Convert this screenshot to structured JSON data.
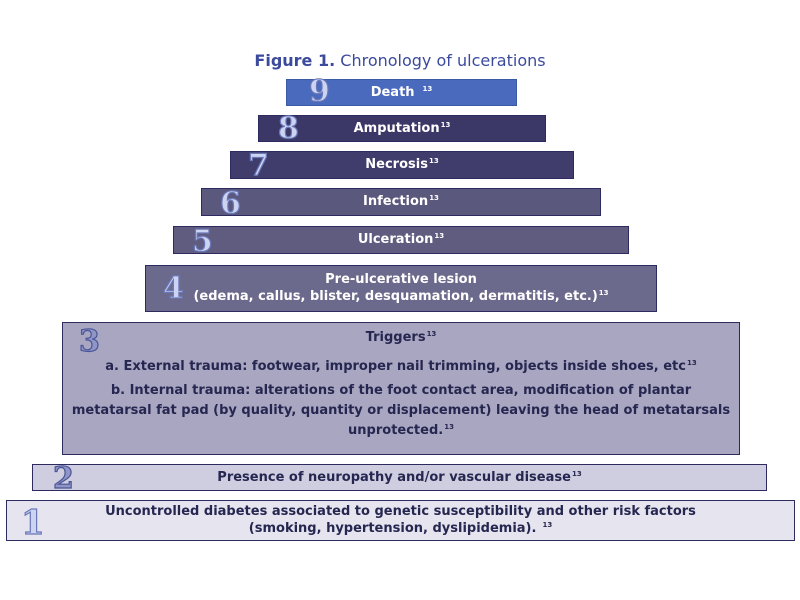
{
  "figure": {
    "label": "Figure 1.",
    "title": "Chronology of ulcerations"
  },
  "citation": "13",
  "colors": {
    "top_step": "#4a6abd",
    "dark_steps": "#3b3767",
    "mid_steps": "#5b587d",
    "lighter_steps": "#6c6a8c",
    "triggers": "#a9a6c1",
    "neuropathy": "#cfcde0",
    "diabetes": "#e5e4ef"
  },
  "steps": [
    {
      "number": "9",
      "label": "Death"
    },
    {
      "number": "8",
      "label": "Amputation"
    },
    {
      "number": "7",
      "label": "Necrosis"
    },
    {
      "number": "6",
      "label": "Infection"
    },
    {
      "number": "5",
      "label": "Ulceration"
    },
    {
      "number": "4",
      "line1": "Pre-ulcerative lesion",
      "line2": "(edema, callus, blister, desquamation, dermatitis, etc.)"
    },
    {
      "number": "3",
      "label": "Triggers",
      "item_a": "a. External trauma: footwear, improper nail trimming, objects inside shoes, etc",
      "item_b_1": "b. Internal trauma: alterations of the foot contact area, modification of plantar",
      "item_b_2": "metatarsal fat pad (by quality, quantity or displacement) leaving the head of metatarsals",
      "item_b_3": "unprotected."
    },
    {
      "number": "2",
      "label": "Presence of neuropathy and/or vascular disease"
    },
    {
      "number": "1",
      "line1": "Uncontrolled diabetes associated to genetic susceptibility and other risk factors",
      "line2": "(smoking, hypertension, dyslipidemia)."
    }
  ]
}
